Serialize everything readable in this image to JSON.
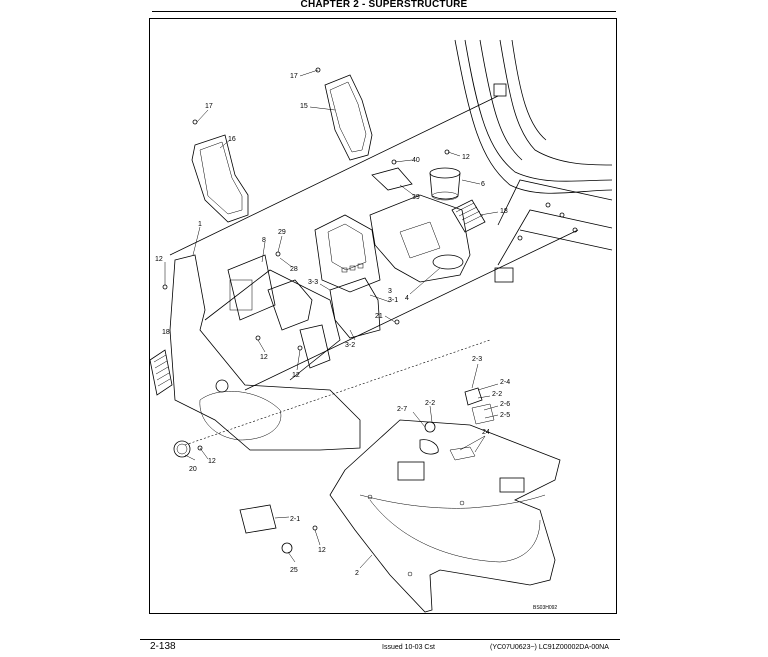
{
  "header": {
    "title": "CHAPTER 2 - SUPERSTRUCTURE"
  },
  "footer": {
    "page_number": "2-138",
    "issued": "Issued 10-03   Cst",
    "doc_ref": "(YC07U0623~)   LC91Z00002DA-00NA"
  },
  "figure": {
    "code": "BS03H092",
    "callouts": {
      "c17a": "17",
      "c15": "15",
      "c17b": "17",
      "c16": "16",
      "c40": "40",
      "c12a": "12",
      "c6": "6",
      "c39": "39",
      "c18a": "18",
      "c1": "1",
      "c29": "29",
      "c8": "8",
      "c28": "28",
      "c12b": "12",
      "c3_3": "3-3",
      "c3": "3",
      "c3_1": "3-1",
      "c4": "4",
      "c21": "21",
      "c18b": "18",
      "c12c": "12",
      "c3_2": "3-2",
      "c12d": "12",
      "c2_3": "2-3",
      "c2_4": "2-4",
      "c2_2a": "2-2",
      "c2_6": "2-6",
      "c2_5": "2-5",
      "c2_7": "2-7",
      "c2_2b": "2-2",
      "c24": "24",
      "c12e": "12",
      "c20": "20",
      "c2_1": "2-1",
      "c12f": "12",
      "c25": "25",
      "c2": "2"
    }
  }
}
